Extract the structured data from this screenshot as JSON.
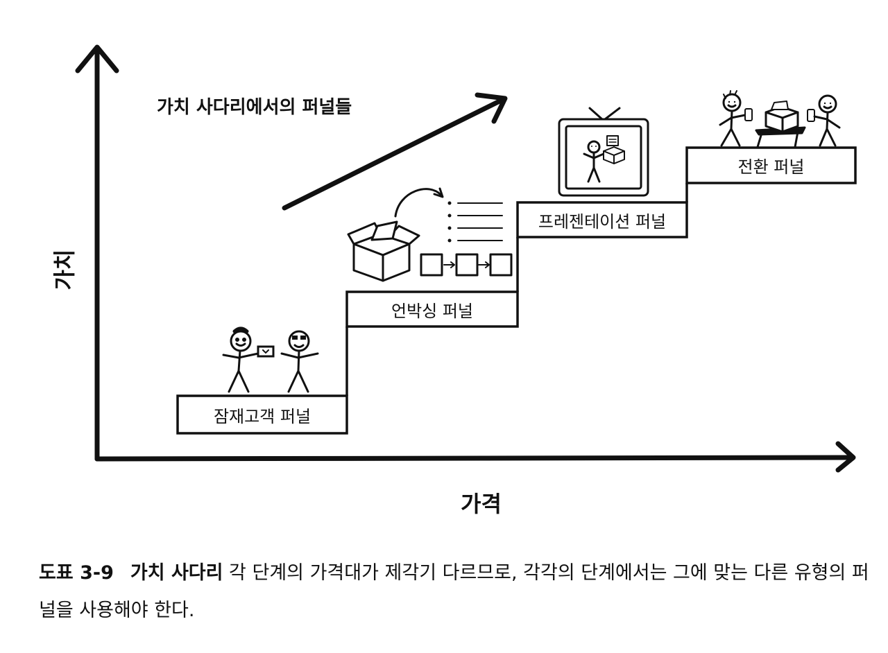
{
  "diagram": {
    "title": "가치 사다리에서의 퍼널들",
    "y_axis_label": "가치",
    "x_axis_label": "가격",
    "steps": [
      {
        "label": "잠재고객 퍼널"
      },
      {
        "label": "언박싱 퍼널"
      },
      {
        "label": "프레젠테이션 퍼널"
      },
      {
        "label": "전환 퍼널"
      }
    ],
    "illustrations": [
      {
        "name": "two-people-exchanging-card-icon"
      },
      {
        "name": "unboxing-box-icon"
      },
      {
        "name": "tv-presentation-icon"
      },
      {
        "name": "people-with-phones-and-box-icon"
      }
    ]
  },
  "caption": {
    "figure_number": "도표 3-9",
    "lead": "가치 사다리",
    "text": " 각 단계의 가격대가 제각기 다르므로, 각각의 단계에서는 그에 맞는 다른 유형의 퍼널을 사용해야 한다."
  }
}
